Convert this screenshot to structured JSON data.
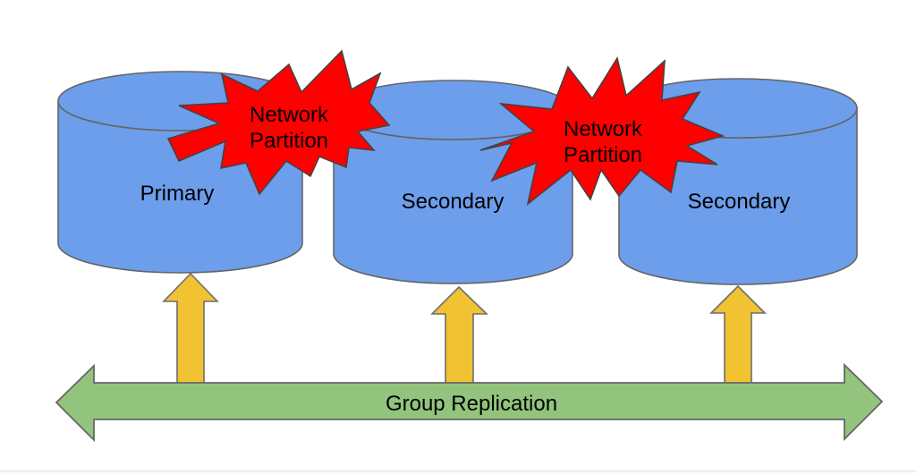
{
  "colors": {
    "background": "#ffffff",
    "node_fill": "#6d9eeb",
    "burst_fill": "#ff0000",
    "up_arrow_fill": "#f1c232",
    "bus_fill": "#93c47d",
    "text": "#000000"
  },
  "nodes": [
    {
      "label": "Primary"
    },
    {
      "label": "Secondary"
    },
    {
      "label": "Secondary"
    }
  ],
  "partition_bursts": [
    {
      "lines": [
        "Network",
        "Partition"
      ]
    },
    {
      "lines": [
        "Network",
        "Partition"
      ]
    }
  ],
  "replication_bus": {
    "label": "Group Replication"
  }
}
